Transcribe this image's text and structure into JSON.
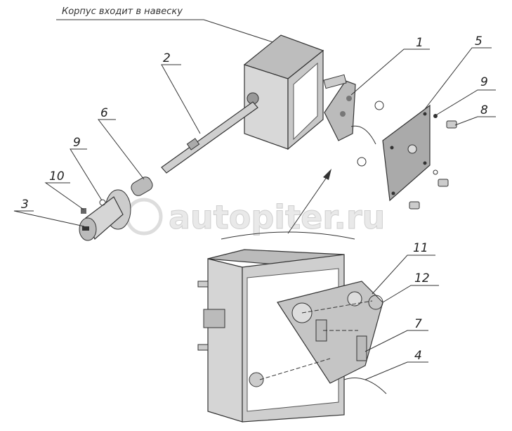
{
  "caption": "Корпус входит в навеску",
  "watermark": "autopiter.ru",
  "labels": {
    "l1": "1",
    "l2": "2",
    "l3": "3",
    "l4": "4",
    "l5": "5",
    "l6": "6",
    "l7": "7",
    "l8": "8",
    "l9a": "9",
    "l9b": "9",
    "l10": "10",
    "l11": "11",
    "l12": "12"
  }
}
